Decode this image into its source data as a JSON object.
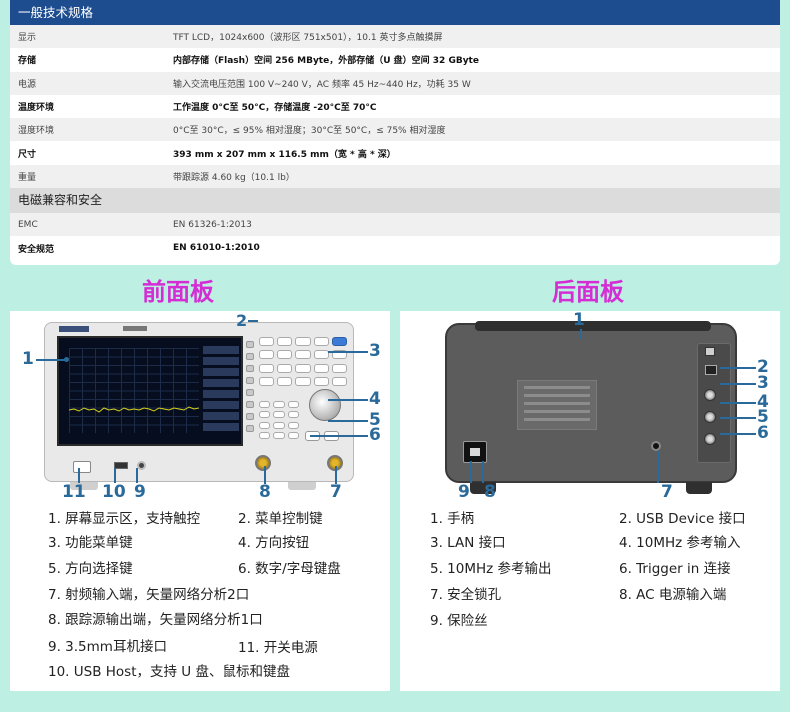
{
  "spec": {
    "header": "一般技术规格",
    "rows": [
      {
        "key": "显示",
        "value": "TFT LCD，1024x600（波形区 751x501），10.1 英寸多点触摸屏"
      },
      {
        "key": "存储",
        "value": "内部存储（Flash）空间 256 MByte，外部存储（U 盘）空间 32 GByte"
      },
      {
        "key": "电源",
        "value": "输入交流电压范围 100 V~240 V，AC 频率 45 Hz~440 Hz，功耗 35 W"
      },
      {
        "key": "温度环境",
        "value": "工作温度 0°C至 50°C，存储温度 -20°C至 70°C"
      },
      {
        "key": "湿度环境",
        "value": "0°C至 30°C，≤ 95% 相对湿度；30°C至 50°C，≤ 75% 相对湿度"
      },
      {
        "key": "尺寸",
        "value": "393 mm x 207 mm x 116.5 mm（宽 * 高 * 深）"
      },
      {
        "key": "重量",
        "value": "带跟踪源 4.60 kg（10.1 lb）"
      }
    ],
    "section2": "电磁兼容和安全",
    "rows2": [
      {
        "key": "EMC",
        "value": "EN 61326-1:2013"
      },
      {
        "key": "安全规范",
        "value": "EN 61010-1:2010"
      }
    ]
  },
  "front": {
    "title": "前面板",
    "callouts": [
      "1",
      "2",
      "3",
      "4",
      "5",
      "6",
      "7",
      "8",
      "9",
      "10",
      "11"
    ],
    "legend": [
      "1. 屏幕显示区，支持触控",
      "2. 菜单控制键",
      "3. 功能菜单键",
      "4. 方向按钮",
      "5. 方向选择键",
      "6. 数字/字母键盘",
      "7. 射频输入端，矢量网络分析2口",
      "8. 跟踪源输出端，矢量网络分析1口",
      "9. 3.5mm耳机接口",
      "11. 开关电源",
      "10. USB Host，支持 U 盘、鼠标和键盘"
    ]
  },
  "back": {
    "title": "后面板",
    "callouts": [
      "1",
      "2",
      "3",
      "4",
      "5",
      "6",
      "7",
      "8",
      "9"
    ],
    "legend": [
      "1. 手柄",
      "2. USB Device 接口",
      "3. LAN 接口",
      "4. 10MHz 参考输入",
      "5. 10MHz 参考输出",
      "6. Trigger in 连接",
      "7. 安全锁孔",
      "8. AC 电源输入端",
      "9. 保险丝"
    ]
  },
  "colors": {
    "header": "#1d4c8f",
    "title": "#d42dd4",
    "callout": "#2a6a9a",
    "background": "#bdf0e2"
  }
}
